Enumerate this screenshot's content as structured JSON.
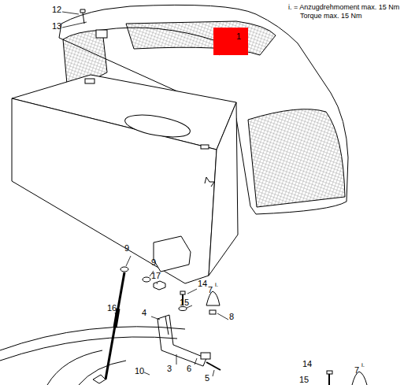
{
  "diagram": {
    "nodes": [
      {
        "text": [
          "1"
        ]
      }
    ],
    "labels": [
      "i. = Anzugdrehmoment max. 15 Nm",
      "Torque max. 15 Nm",
      "12",
      "13",
      "9",
      "9",
      "17",
      "14",
      "7",
      "i.",
      "16",
      "15",
      "8",
      "4",
      "3",
      "6",
      "5",
      "10",
      "14",
      "7",
      "i.",
      "15"
    ]
  }
}
